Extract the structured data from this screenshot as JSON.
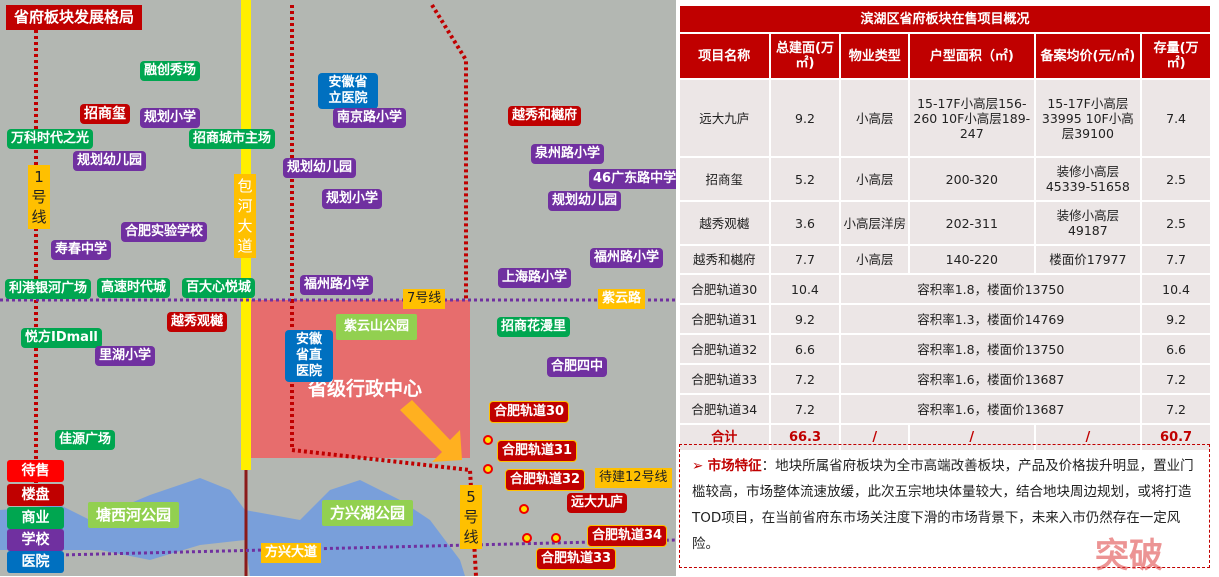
{
  "map": {
    "title": "省府板块发展格局",
    "admin_center": "省级行政中心",
    "labels": {
      "rongchuang": "融创秀场",
      "zhaoshangxi": "招商玺",
      "guihua_xx1": "规划小学",
      "wanke": "万科时代之光",
      "zhaoshang_city": "招商城市主场",
      "guihua_yey1": "规划幼儿园",
      "line1": "1号线",
      "baohe": "包河大道",
      "guihua_yey2": "规划幼儿园",
      "guihua_xx2": "规划小学",
      "shengli": "安徽省立医院",
      "nanjinglu": "南京路小学",
      "yuexiu_hy": "越秀和樾府",
      "quanzhoulu": "泉州路小学",
      "guangdonglu": "46广东路中学",
      "guihua_yey3": "规划幼儿园",
      "shiyan": "合肥实验学校",
      "shouchun": "寿春中学",
      "fuzhoulu1": "福州路小学",
      "shanghailu": "上海路小学",
      "ligang": "利港银河广场",
      "gaosu": "高速时代城",
      "baida": "百大心悦城",
      "fuzhoulu2": "福州路小学",
      "line7": "7号线",
      "ziyunlu": "紫云路",
      "yuexiu_gy": "越秀观樾",
      "ziyunshan": "紫云山公园",
      "zhaoshang_hml": "招商花漫里",
      "yuefang": "悦方IDmall",
      "shengzhi": "安徽省直医院",
      "lihu": "里湖小学",
      "sizhong": "合肥四中",
      "gd30": "合肥轨道30",
      "gd31": "合肥轨道31",
      "gd32": "合肥轨道32",
      "line12": "待建12号线",
      "yuanda": "远大九庐",
      "gd34": "合肥轨道34",
      "gd33": "合肥轨道33",
      "line5": "5号线",
      "jiayuan": "佳源广场",
      "tangxihe": "塘西河公园",
      "fangxinghu": "方兴湖公园",
      "fangxing_rd": "方兴大道"
    },
    "legend": [
      {
        "label": "待售",
        "color": "#ff0000"
      },
      {
        "label": "楼盘",
        "color": "#c00000"
      },
      {
        "label": "商业",
        "color": "#00a650"
      },
      {
        "label": "学校",
        "color": "#7030a0"
      },
      {
        "label": "医院",
        "color": "#0070c0"
      }
    ]
  },
  "table": {
    "title": "滨湖区省府板块在售项目概况",
    "headers": [
      "项目名称",
      "总建面(万㎡)",
      "物业类型",
      "户型面积（㎡)",
      "备案均价(元/㎡)",
      "存量(万㎡)"
    ],
    "rows": [
      [
        "远大九庐",
        "9.2",
        "小高层",
        "15-17F小高层156-260 10F小高层189-247",
        "15-17F小高层33995 10F小高层39100",
        "7.4"
      ],
      [
        "招商玺",
        "5.2",
        "小高层",
        "200-320",
        "装修小高层45339-51658",
        "2.5"
      ],
      [
        "越秀观樾",
        "3.6",
        "小高层洋房",
        "202-311",
        "装修小高层49187",
        "2.5"
      ],
      [
        "越秀和樾府",
        "7.7",
        "小高层",
        "140-220",
        "楼面价17977",
        "7.7"
      ]
    ],
    "land_rows": [
      [
        "合肥轨道30",
        "10.4",
        "容积率1.8，楼面价13750",
        "10.4"
      ],
      [
        "合肥轨道31",
        "9.2",
        "容积率1.3，楼面价14769",
        "9.2"
      ],
      [
        "合肥轨道32",
        "6.6",
        "容积率1.8，楼面价13750",
        "6.6"
      ],
      [
        "合肥轨道33",
        "7.2",
        "容积率1.6，楼面价13687",
        "7.2"
      ],
      [
        "合肥轨道34",
        "7.2",
        "容积率1.6，楼面价13687",
        "7.2"
      ]
    ],
    "total": [
      "合计",
      "66.3",
      "/",
      "/",
      "/",
      "60.7"
    ]
  },
  "market": {
    "key": "市场特征",
    "text": "：地块所属省府板块为全市高端改善板块，产品及价格拔升明显，置业门槛较高，市场整体流速放缓，此次五宗地块体量较大，结合地块周边规划，或将打造TOD项目，在当前省府东市场关注度下滑的市场背景下，未来入市仍然存在一定风险。",
    "watermark": "突破"
  }
}
